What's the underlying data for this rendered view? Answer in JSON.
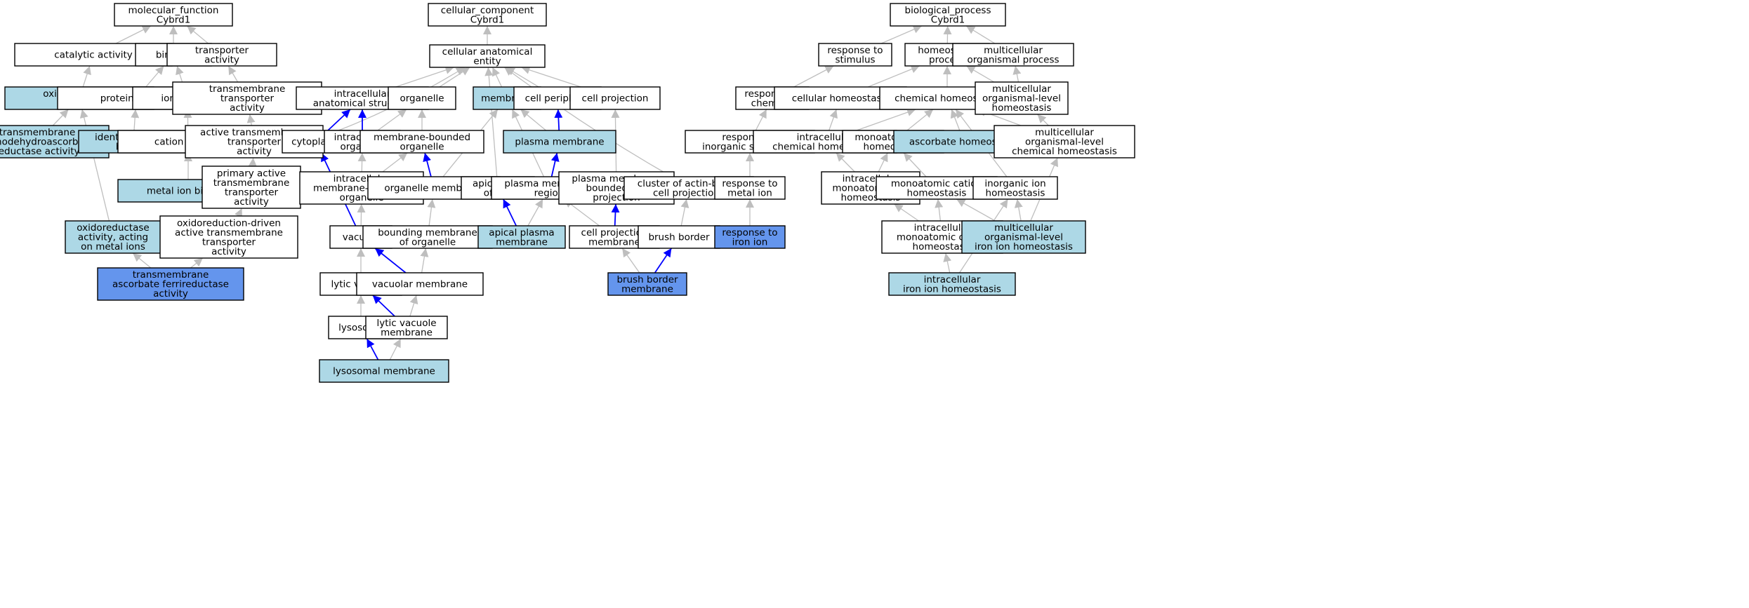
{
  "colors": {
    "plain": "#ffffff",
    "highlight": "#add8e6",
    "query": "#6495ed",
    "edge_is_a": "#bebebe",
    "edge_part_of": "#0000ff"
  },
  "nodes": [
    {
      "id": "mf_root",
      "lines": [
        "molecular_function",
        "Cybrd1"
      ],
      "style": "plain"
    },
    {
      "id": "catalytic",
      "lines": [
        "catalytic activity"
      ],
      "style": "plain"
    },
    {
      "id": "binding",
      "lines": [
        "binding"
      ],
      "style": "plain"
    },
    {
      "id": "transporter",
      "lines": [
        "transporter",
        "activity"
      ],
      "style": "plain"
    },
    {
      "id": "oxidoreductase",
      "lines": [
        "oxidoreductase",
        "activity"
      ],
      "style": "highlight"
    },
    {
      "id": "protein_binding",
      "lines": [
        "protein binding"
      ],
      "style": "plain"
    },
    {
      "id": "ion_binding",
      "lines": [
        "ion binding"
      ],
      "style": "plain"
    },
    {
      "id": "tm_transporter",
      "lines": [
        "transmembrane",
        "transporter",
        "activity"
      ],
      "style": "plain"
    },
    {
      "id": "tm_mdhar",
      "lines": [
        "transmembrane",
        "monodehydroascorbate",
        "reductase activity"
      ],
      "style": "highlight"
    },
    {
      "id": "identical_protein",
      "lines": [
        "identical protein",
        "binding"
      ],
      "style": "highlight"
    },
    {
      "id": "cation_binding",
      "lines": [
        "cation binding"
      ],
      "style": "plain"
    },
    {
      "id": "active_tm",
      "lines": [
        "active transmembrane",
        "transporter",
        "activity"
      ],
      "style": "plain"
    },
    {
      "id": "metal_ion_binding",
      "lines": [
        "metal ion binding"
      ],
      "style": "highlight"
    },
    {
      "id": "primary_active",
      "lines": [
        "primary active",
        "transmembrane",
        "transporter",
        "activity"
      ],
      "style": "plain"
    },
    {
      "id": "oxred_metal",
      "lines": [
        "oxidoreductase",
        "activity, acting",
        "on metal ions"
      ],
      "style": "highlight"
    },
    {
      "id": "oxred_driven",
      "lines": [
        "oxidoreduction-driven",
        "active transmembrane",
        "transporter",
        "activity"
      ],
      "style": "plain"
    },
    {
      "id": "tm_ferrireductase",
      "lines": [
        "transmembrane",
        "ascorbate ferrireductase",
        "activity"
      ],
      "style": "query"
    },
    {
      "id": "cc_root",
      "lines": [
        "cellular_component",
        "Cybrd1"
      ],
      "style": "plain"
    },
    {
      "id": "cae",
      "lines": [
        "cellular anatomical",
        "entity"
      ],
      "style": "plain"
    },
    {
      "id": "intracellular_as",
      "lines": [
        "intracellular",
        "anatomical structure"
      ],
      "style": "plain"
    },
    {
      "id": "organelle",
      "lines": [
        "organelle"
      ],
      "style": "plain"
    },
    {
      "id": "membrane",
      "lines": [
        "membrane"
      ],
      "style": "highlight"
    },
    {
      "id": "cell_periphery",
      "lines": [
        "cell periphery"
      ],
      "style": "plain"
    },
    {
      "id": "cell_projection",
      "lines": [
        "cell projection"
      ],
      "style": "plain"
    },
    {
      "id": "cytoplasm",
      "lines": [
        "cytoplasm"
      ],
      "style": "plain"
    },
    {
      "id": "intracellular_org",
      "lines": [
        "intracellular",
        "organelle"
      ],
      "style": "plain"
    },
    {
      "id": "mbo",
      "lines": [
        "membrane-bounded",
        "organelle"
      ],
      "style": "plain"
    },
    {
      "id": "plasma_membrane",
      "lines": [
        "plasma membrane"
      ],
      "style": "highlight"
    },
    {
      "id": "imbo",
      "lines": [
        "intracellular",
        "membrane-bounded",
        "organelle"
      ],
      "style": "plain"
    },
    {
      "id": "organelle_membrane",
      "lines": [
        "organelle membrane"
      ],
      "style": "plain"
    },
    {
      "id": "apical_part",
      "lines": [
        "apical part",
        "of cell"
      ],
      "style": "plain"
    },
    {
      "id": "pm_region",
      "lines": [
        "plasma membrane",
        "region"
      ],
      "style": "plain"
    },
    {
      "id": "pm_bcp",
      "lines": [
        "plasma membrane",
        "bounded cell",
        "projection"
      ],
      "style": "plain"
    },
    {
      "id": "actin_cluster",
      "lines": [
        "cluster of actin-based",
        "cell projections"
      ],
      "style": "plain"
    },
    {
      "id": "vacuole",
      "lines": [
        "vacuole"
      ],
      "style": "plain"
    },
    {
      "id": "bounding_membrane",
      "lines": [
        "bounding membrane",
        "of organelle"
      ],
      "style": "plain"
    },
    {
      "id": "apical_pm",
      "lines": [
        "apical plasma",
        "membrane"
      ],
      "style": "highlight"
    },
    {
      "id": "cp_membrane",
      "lines": [
        "cell projection",
        "membrane"
      ],
      "style": "plain"
    },
    {
      "id": "brush_border",
      "lines": [
        "brush border"
      ],
      "style": "plain"
    },
    {
      "id": "lytic_vacuole",
      "lines": [
        "lytic vacuole"
      ],
      "style": "plain"
    },
    {
      "id": "vacuolar_membrane",
      "lines": [
        "vacuolar membrane"
      ],
      "style": "plain"
    },
    {
      "id": "brush_border_membrane",
      "lines": [
        "brush border",
        "membrane"
      ],
      "style": "query"
    },
    {
      "id": "lysosome",
      "lines": [
        "lysosome"
      ],
      "style": "plain"
    },
    {
      "id": "lv_membrane",
      "lines": [
        "lytic vacuole",
        "membrane"
      ],
      "style": "plain"
    },
    {
      "id": "lysosomal_membrane",
      "lines": [
        "lysosomal membrane"
      ],
      "style": "highlight"
    },
    {
      "id": "bp_root",
      "lines": [
        "biological_process",
        "Cybrd1"
      ],
      "style": "plain"
    },
    {
      "id": "resp_stimulus",
      "lines": [
        "response to",
        "stimulus"
      ],
      "style": "plain"
    },
    {
      "id": "homeostatic",
      "lines": [
        "homeostatic",
        "process"
      ],
      "style": "plain"
    },
    {
      "id": "multicell_org",
      "lines": [
        "multicellular",
        "organismal process"
      ],
      "style": "plain"
    },
    {
      "id": "resp_chemical",
      "lines": [
        "response to",
        "chemical"
      ],
      "style": "plain"
    },
    {
      "id": "cellular_homeo",
      "lines": [
        "cellular homeostasis"
      ],
      "style": "plain"
    },
    {
      "id": "chemical_homeo",
      "lines": [
        "chemical homeostasis"
      ],
      "style": "plain"
    },
    {
      "id": "multicell_homeo",
      "lines": [
        "multicellular",
        "organismal-level",
        "homeostasis"
      ],
      "style": "plain"
    },
    {
      "id": "resp_inorganic",
      "lines": [
        "response to",
        "inorganic substance"
      ],
      "style": "plain"
    },
    {
      "id": "ic_chem_homeo",
      "lines": [
        "intracellular",
        "chemical homeostasis"
      ],
      "style": "plain"
    },
    {
      "id": "monoatomic_ion_homeo",
      "lines": [
        "monoatomic ion",
        "homeostasis"
      ],
      "style": "plain"
    },
    {
      "id": "ascorbate_homeo",
      "lines": [
        "ascorbate homeostasis"
      ],
      "style": "highlight"
    },
    {
      "id": "mc_chem_homeo",
      "lines": [
        "multicellular",
        "organismal-level",
        "chemical homeostasis"
      ],
      "style": "plain"
    },
    {
      "id": "resp_metal",
      "lines": [
        "response to",
        "metal ion"
      ],
      "style": "plain"
    },
    {
      "id": "ic_monoatomic_ion",
      "lines": [
        "intracellular",
        "monoatomic ion",
        "homeostasis"
      ],
      "style": "plain"
    },
    {
      "id": "monoatomic_cation",
      "lines": [
        "monoatomic cation",
        "homeostasis"
      ],
      "style": "plain"
    },
    {
      "id": "inorganic_ion",
      "lines": [
        "inorganic ion",
        "homeostasis"
      ],
      "style": "plain"
    },
    {
      "id": "resp_iron",
      "lines": [
        "response to",
        "iron ion"
      ],
      "style": "query"
    },
    {
      "id": "ic_monoatomic_cation",
      "lines": [
        "intracellular",
        "monoatomic cation",
        "homeostasis"
      ],
      "style": "plain"
    },
    {
      "id": "mc_iron",
      "lines": [
        "multicellular",
        "organismal-level",
        "iron ion homeostasis"
      ],
      "style": "highlight"
    },
    {
      "id": "ic_iron",
      "lines": [
        "intracellular",
        "iron ion homeostasis"
      ],
      "style": "highlight"
    }
  ],
  "edges": [
    {
      "from": "catalytic",
      "to": "mf_root",
      "kind": "is_a"
    },
    {
      "from": "binding",
      "to": "mf_root",
      "kind": "is_a"
    },
    {
      "from": "transporter",
      "to": "mf_root",
      "kind": "is_a"
    },
    {
      "from": "oxidoreductase",
      "to": "catalytic",
      "kind": "is_a"
    },
    {
      "from": "protein_binding",
      "to": "binding",
      "kind": "is_a"
    },
    {
      "from": "ion_binding",
      "to": "binding",
      "kind": "is_a"
    },
    {
      "from": "tm_transporter",
      "to": "transporter",
      "kind": "is_a"
    },
    {
      "from": "tm_mdhar",
      "to": "oxidoreductase",
      "kind": "is_a"
    },
    {
      "from": "identical_protein",
      "to": "protein_binding",
      "kind": "is_a"
    },
    {
      "from": "cation_binding",
      "to": "ion_binding",
      "kind": "is_a"
    },
    {
      "from": "active_tm",
      "to": "tm_transporter",
      "kind": "is_a"
    },
    {
      "from": "metal_ion_binding",
      "to": "cation_binding",
      "kind": "is_a"
    },
    {
      "from": "primary_active",
      "to": "active_tm",
      "kind": "is_a"
    },
    {
      "from": "oxred_metal",
      "to": "oxidoreductase",
      "kind": "is_a"
    },
    {
      "from": "oxred_driven",
      "to": "primary_active",
      "kind": "is_a"
    },
    {
      "from": "tm_ferrireductase",
      "to": "oxred_metal",
      "kind": "is_a"
    },
    {
      "from": "tm_ferrireductase",
      "to": "oxred_driven",
      "kind": "is_a"
    },
    {
      "from": "cae",
      "to": "cc_root",
      "kind": "is_a"
    },
    {
      "from": "intracellular_as",
      "to": "cae",
      "kind": "is_a"
    },
    {
      "from": "organelle",
      "to": "cae",
      "kind": "is_a"
    },
    {
      "from": "membrane",
      "to": "cae",
      "kind": "is_a"
    },
    {
      "from": "cell_periphery",
      "to": "cae",
      "kind": "is_a"
    },
    {
      "from": "cell_projection",
      "to": "cae",
      "kind": "is_a"
    },
    {
      "from": "cytoplasm",
      "to": "cae",
      "kind": "is_a"
    },
    {
      "from": "cytoplasm",
      "to": "intracellular_as",
      "kind": "part_of"
    },
    {
      "from": "intracellular_org",
      "to": "intracellular_as",
      "kind": "part_of"
    },
    {
      "from": "intracellular_org",
      "to": "organelle",
      "kind": "is_a"
    },
    {
      "from": "mbo",
      "to": "organelle",
      "kind": "is_a"
    },
    {
      "from": "plasma_membrane",
      "to": "membrane",
      "kind": "is_a"
    },
    {
      "from": "plasma_membrane",
      "to": "cell_periphery",
      "kind": "part_of"
    },
    {
      "from": "imbo",
      "to": "intracellular_org",
      "kind": "is_a"
    },
    {
      "from": "imbo",
      "to": "mbo",
      "kind": "is_a"
    },
    {
      "from": "organelle_membrane",
      "to": "membrane",
      "kind": "is_a"
    },
    {
      "from": "organelle_membrane",
      "to": "mbo",
      "kind": "part_of"
    },
    {
      "from": "apical_part",
      "to": "cae",
      "kind": "is_a"
    },
    {
      "from": "pm_region",
      "to": "membrane",
      "kind": "is_a"
    },
    {
      "from": "pm_region",
      "to": "plasma_membrane",
      "kind": "part_of"
    },
    {
      "from": "pm_bcp",
      "to": "cell_projection",
      "kind": "is_a"
    },
    {
      "from": "actin_cluster",
      "to": "cae",
      "kind": "is_a"
    },
    {
      "from": "vacuole",
      "to": "imbo",
      "kind": "is_a"
    },
    {
      "from": "vacuole",
      "to": "cytoplasm",
      "kind": "part_of"
    },
    {
      "from": "bounding_membrane",
      "to": "organelle_membrane",
      "kind": "is_a"
    },
    {
      "from": "apical_pm",
      "to": "apical_part",
      "kind": "part_of"
    },
    {
      "from": "apical_pm",
      "to": "pm_region",
      "kind": "is_a"
    },
    {
      "from": "cp_membrane",
      "to": "pm_region",
      "kind": "is_a"
    },
    {
      "from": "cp_membrane",
      "to": "pm_bcp",
      "kind": "part_of"
    },
    {
      "from": "brush_border",
      "to": "actin_cluster",
      "kind": "is_a"
    },
    {
      "from": "lytic_vacuole",
      "to": "vacuole",
      "kind": "is_a"
    },
    {
      "from": "vacuolar_membrane",
      "to": "bounding_membrane",
      "kind": "is_a"
    },
    {
      "from": "vacuolar_membrane",
      "to": "vacuole",
      "kind": "part_of"
    },
    {
      "from": "brush_border_membrane",
      "to": "cp_membrane",
      "kind": "is_a"
    },
    {
      "from": "brush_border_membrane",
      "to": "brush_border",
      "kind": "part_of"
    },
    {
      "from": "lysosome",
      "to": "lytic_vacuole",
      "kind": "is_a"
    },
    {
      "from": "lv_membrane",
      "to": "vacuolar_membrane",
      "kind": "is_a"
    },
    {
      "from": "lv_membrane",
      "to": "lytic_vacuole",
      "kind": "part_of"
    },
    {
      "from": "lysosomal_membrane",
      "to": "lv_membrane",
      "kind": "is_a"
    },
    {
      "from": "lysosomal_membrane",
      "to": "lysosome",
      "kind": "part_of"
    },
    {
      "from": "resp_stimulus",
      "to": "bp_root",
      "kind": "is_a"
    },
    {
      "from": "homeostatic",
      "to": "bp_root",
      "kind": "is_a"
    },
    {
      "from": "multicell_org",
      "to": "bp_root",
      "kind": "is_a"
    },
    {
      "from": "resp_chemical",
      "to": "resp_stimulus",
      "kind": "is_a"
    },
    {
      "from": "cellular_homeo",
      "to": "homeostatic",
      "kind": "is_a"
    },
    {
      "from": "chemical_homeo",
      "to": "homeostatic",
      "kind": "is_a"
    },
    {
      "from": "multicell_homeo",
      "to": "homeostatic",
      "kind": "is_a"
    },
    {
      "from": "multicell_homeo",
      "to": "multicell_org",
      "kind": "is_a"
    },
    {
      "from": "resp_inorganic",
      "to": "resp_chemical",
      "kind": "is_a"
    },
    {
      "from": "ic_chem_homeo",
      "to": "cellular_homeo",
      "kind": "is_a"
    },
    {
      "from": "ic_chem_homeo",
      "to": "chemical_homeo",
      "kind": "is_a"
    },
    {
      "from": "monoatomic_ion_homeo",
      "to": "chemical_homeo",
      "kind": "is_a"
    },
    {
      "from": "ascorbate_homeo",
      "to": "chemical_homeo",
      "kind": "is_a"
    },
    {
      "from": "mc_chem_homeo",
      "to": "chemical_homeo",
      "kind": "is_a"
    },
    {
      "from": "mc_chem_homeo",
      "to": "multicell_homeo",
      "kind": "is_a"
    },
    {
      "from": "resp_metal",
      "to": "resp_inorganic",
      "kind": "is_a"
    },
    {
      "from": "ic_monoatomic_ion",
      "to": "ic_chem_homeo",
      "kind": "is_a"
    },
    {
      "from": "ic_monoatomic_ion",
      "to": "monoatomic_ion_homeo",
      "kind": "is_a"
    },
    {
      "from": "monoatomic_cation",
      "to": "monoatomic_ion_homeo",
      "kind": "is_a"
    },
    {
      "from": "inorganic_ion",
      "to": "chemical_homeo",
      "kind": "is_a"
    },
    {
      "from": "resp_iron",
      "to": "resp_metal",
      "kind": "is_a"
    },
    {
      "from": "ic_monoatomic_cation",
      "to": "ic_monoatomic_ion",
      "kind": "is_a"
    },
    {
      "from": "ic_monoatomic_cation",
      "to": "monoatomic_cation",
      "kind": "is_a"
    },
    {
      "from": "mc_iron",
      "to": "monoatomic_cation",
      "kind": "is_a"
    },
    {
      "from": "mc_iron",
      "to": "inorganic_ion",
      "kind": "is_a"
    },
    {
      "from": "mc_iron",
      "to": "mc_chem_homeo",
      "kind": "is_a"
    },
    {
      "from": "ic_iron",
      "to": "ic_monoatomic_cation",
      "kind": "is_a"
    },
    {
      "from": "ic_iron",
      "to": "inorganic_ion",
      "kind": "is_a"
    }
  ]
}
